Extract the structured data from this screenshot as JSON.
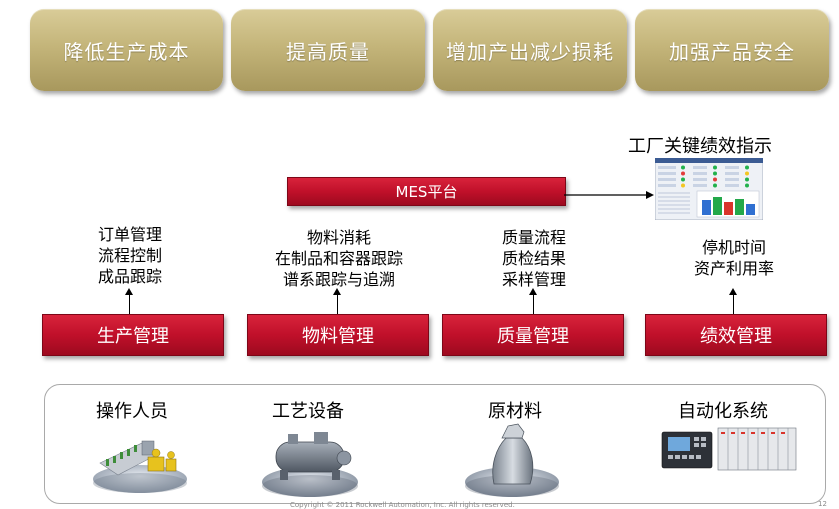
{
  "goals": [
    {
      "label": "降低生产成本"
    },
    {
      "label": "提高质量"
    },
    {
      "label": "增加产出减少损耗"
    },
    {
      "label": "加强产品安全"
    }
  ],
  "mes_platform": {
    "label": "MES平台"
  },
  "kpi": {
    "title": "工厂关键绩效指示"
  },
  "modules": [
    {
      "label": "生产管理",
      "functions": [
        "订单管理",
        "流程控制",
        "成品跟踪"
      ]
    },
    {
      "label": "物料管理",
      "functions": [
        "物料消耗",
        "在制品和容器跟踪",
        "谱系跟踪与追溯"
      ]
    },
    {
      "label": "质量管理",
      "functions": [
        "质量流程",
        "质检结果",
        "采样管理"
      ]
    },
    {
      "label": "绩效管理",
      "functions": [
        "停机时间",
        "资产利用率"
      ]
    }
  ],
  "resources": [
    {
      "label": "操作人员",
      "icon": "operator-station-icon"
    },
    {
      "label": "工艺设备",
      "icon": "process-equipment-icon"
    },
    {
      "label": "原材料",
      "icon": "raw-material-icon"
    },
    {
      "label": "自动化系统",
      "icon": "automation-controller-icon"
    }
  ],
  "colors": {
    "goal_gold": "#c4b57a",
    "module_red": "#c0102a",
    "panel_border": "#a9a9a9"
  },
  "footer": {
    "copyright": "Copyright © 2011 Rockwell Automation, Inc. All rights reserved.",
    "page": "12"
  }
}
